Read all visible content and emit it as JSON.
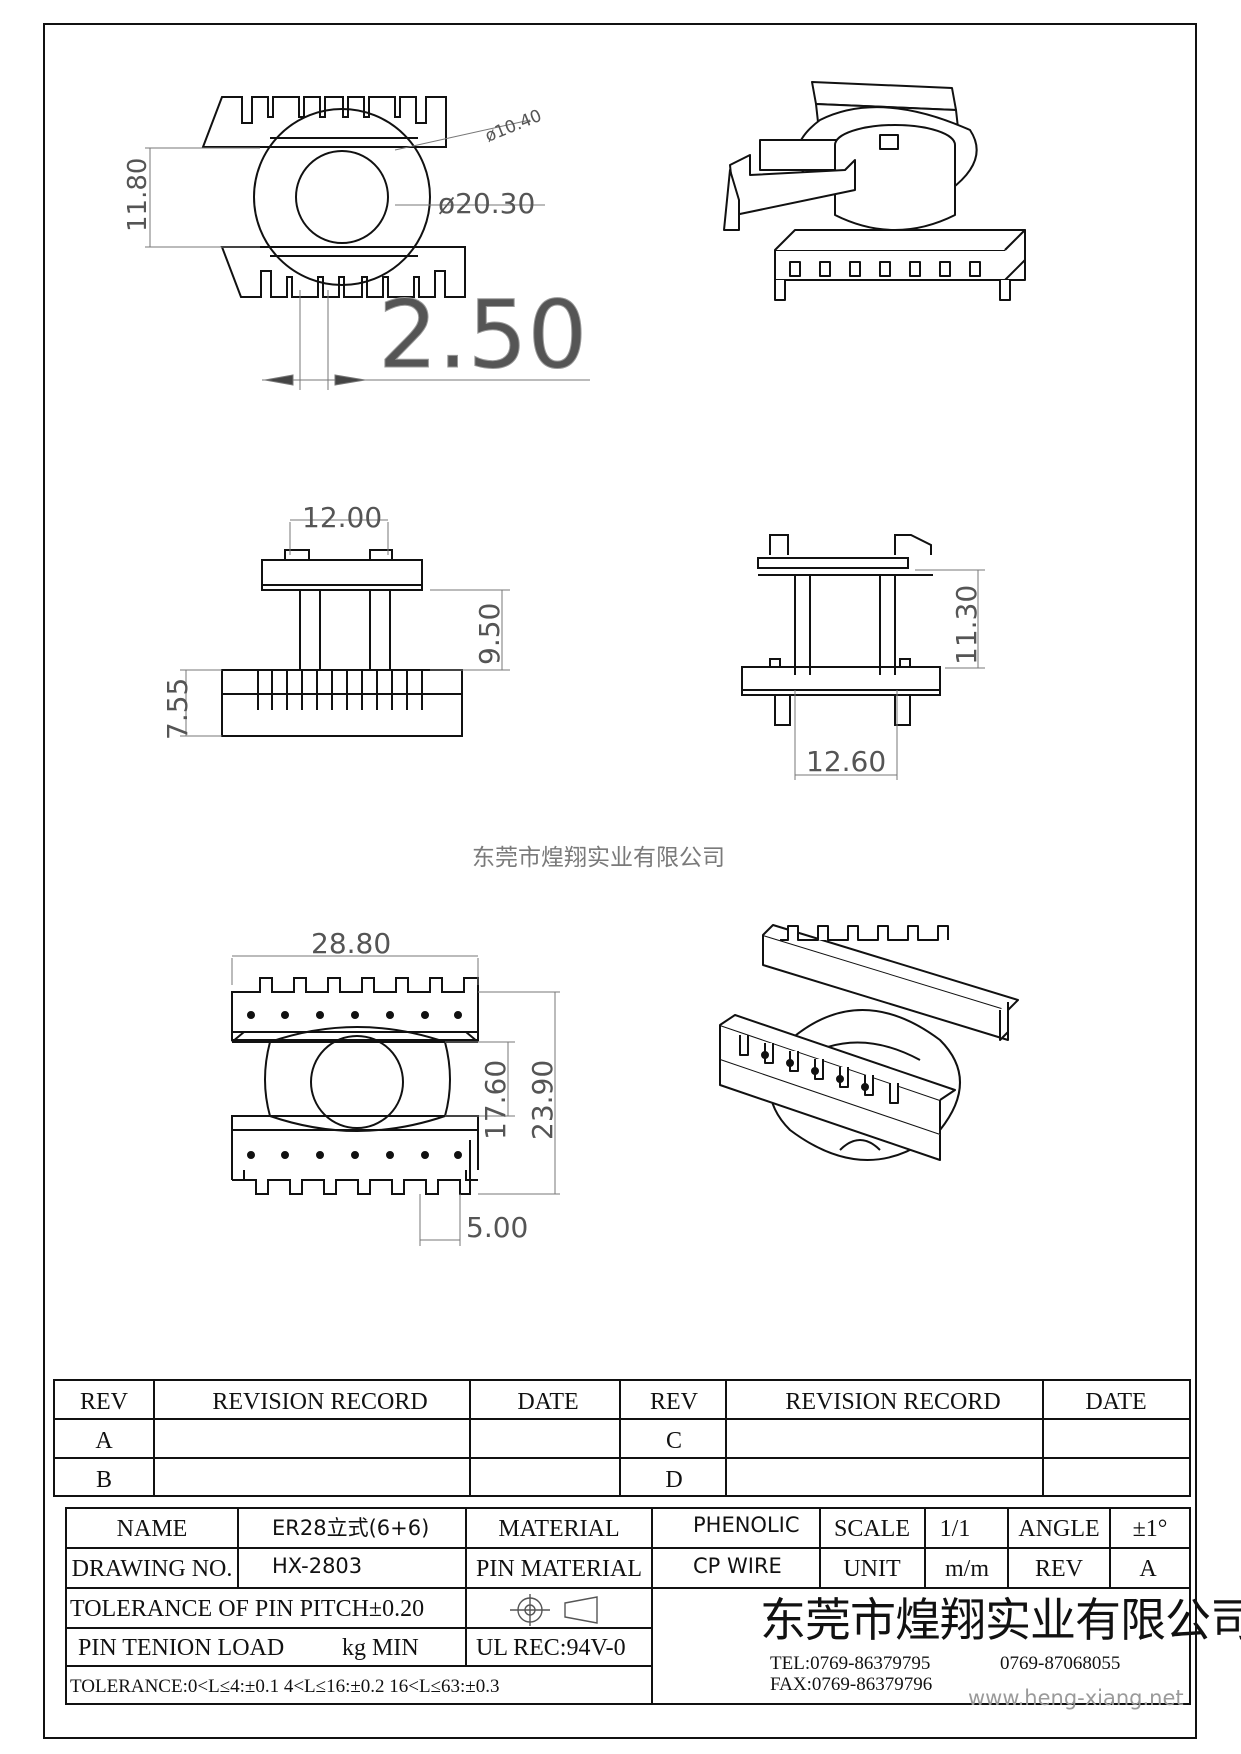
{
  "dimensions": {
    "d_outer": "ø20.30",
    "d_inner": "ø10.40",
    "h_top": "11.80",
    "pin_width": "2.50",
    "core_width": "12.00",
    "core_height": "9.50",
    "base_height": "7.55",
    "side_height": "11.30",
    "side_width": "12.60",
    "total_width": "28.80",
    "inner_height": "17.60",
    "total_height": "23.90",
    "pin_pitch": "5.00"
  },
  "watermark_company": "东莞市煌翔实业有限公司",
  "revision_table": {
    "headers": [
      "REV",
      "REVISION RECORD",
      "DATE",
      "REV",
      "REVISION RECORD",
      "DATE"
    ],
    "rows": [
      [
        "A",
        "",
        "",
        "C",
        "",
        ""
      ],
      [
        "B",
        "",
        "",
        "D",
        "",
        ""
      ]
    ]
  },
  "title_block": {
    "name_label": "NAME",
    "name_value": "ER28立式(6+6)",
    "material_label": "MATERIAL",
    "material_value": "PHENOLIC",
    "scale_label": "SCALE",
    "scale_value": "1/1",
    "angle_label": "ANGLE",
    "angle_value": "±1°",
    "drawing_no_label": "DRAWING NO.",
    "drawing_no_value": "HX-2803",
    "pin_material_label": "PIN MATERIAL",
    "pin_material_value": "CP WIRE",
    "unit_label": "UNIT",
    "unit_value": "m/m",
    "rev_label": "REV",
    "rev_value": "A",
    "tol_pin_pitch": "TOLERANCE OF PIN PITCH±0.20",
    "pin_tension_label": "PIN TENION LOAD",
    "pin_tension_unit": "kg MIN",
    "ul_rec": "UL REC:94V-0",
    "tolerance_ranges": "TOLERANCE:0<L≤4:±0.1  4<L≤16:±0.2  16<L≤63:±0.3",
    "company": "东莞市煌翔实业有限公司",
    "tel": "TEL:0769-86379795",
    "tel2": "0769-87068055",
    "fax": "FAX:0769-86379796",
    "website": "www.heng-xiang.net"
  }
}
